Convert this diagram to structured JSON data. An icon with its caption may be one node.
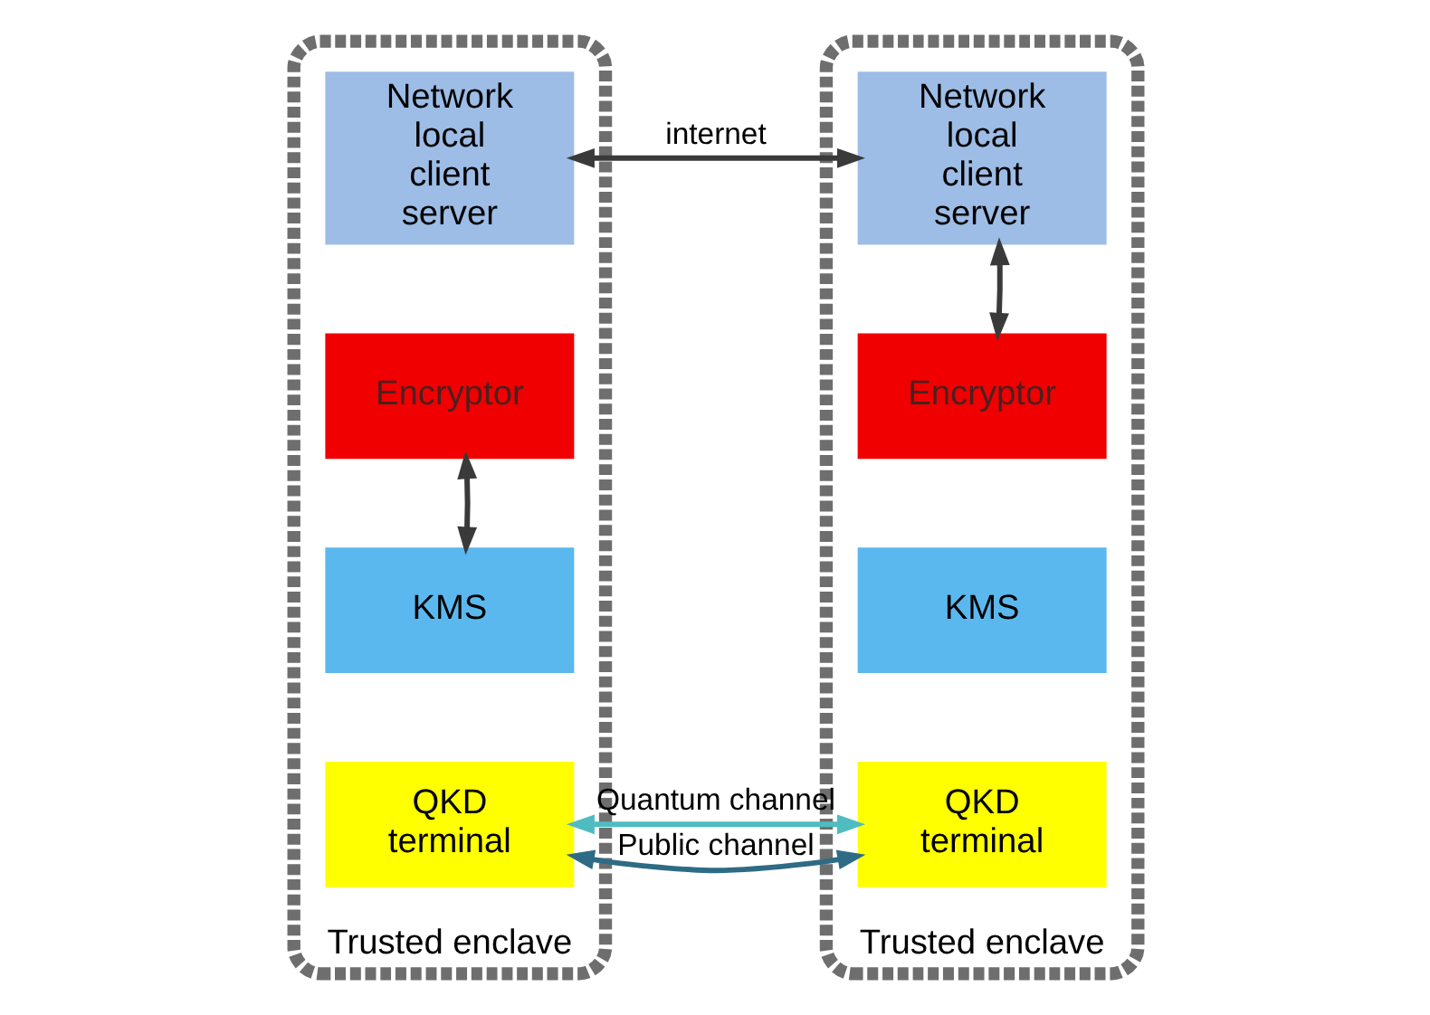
{
  "diagram": {
    "nodes": [
      {
        "text": [
          "Trusted enclave"
        ]
      },
      {
        "text": [
          "Network local client server"
        ],
        "in": 0
      },
      {
        "text": [
          "Encryptor"
        ],
        "in": 0
      },
      {
        "text": [
          "KMS"
        ],
        "in": 0
      },
      {
        "text": [
          "QKD terminal"
        ],
        "in": 0
      },
      {
        "text": [
          "Trusted enclave"
        ]
      },
      {
        "text": [
          "Network local client server"
        ],
        "in": 5
      },
      {
        "text": [
          "Encryptor"
        ],
        "in": 5
      },
      {
        "text": [
          "KMS"
        ],
        "in": 5
      },
      {
        "text": [
          "QKD terminal"
        ],
        "in": 5
      }
    ],
    "edges": [
      {
        "from": 1,
        "to": 6,
        "arrow": "both",
        "label": "internet"
      },
      {
        "from": 2,
        "to": 3,
        "arrow": "both"
      },
      {
        "from": 6,
        "to": 7,
        "arrow": "both"
      },
      {
        "from": 4,
        "to": 9,
        "arrow": "both",
        "label": "Public channel",
        "color": "#2e6b85"
      },
      {
        "from": 4,
        "to": 9,
        "arrow": "both",
        "label": "Quantum channel",
        "color": "#4fbcc0"
      }
    ]
  }
}
